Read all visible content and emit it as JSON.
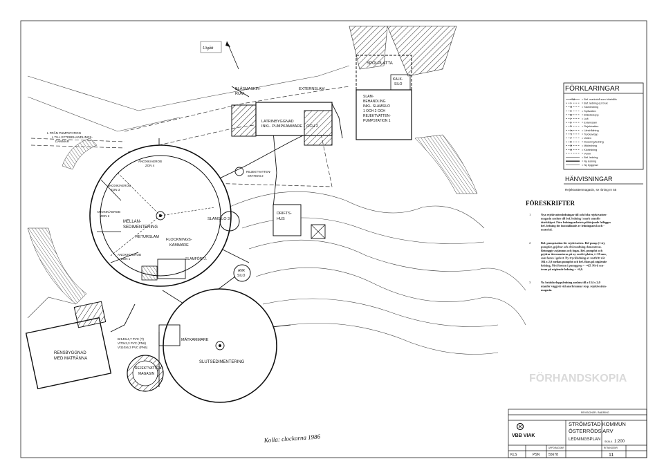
{
  "drawing": {
    "stamp": "Utgått",
    "handwritten_note": "Kolla: clockarna 1986",
    "copy_watermark": "FÖRHANDSKOPIA"
  },
  "labels": {
    "blasmaskin": "BLÅSMASKIN-",
    "blasmaskin2": "RUM",
    "externslam": "EXTERNSLAM",
    "spolplatta": "SPOLPLATTA",
    "kalksilo": "KALK-",
    "kalksilo2": "SILO",
    "slambeh1": "SLAM-",
    "slambeh2": "BEHANDLING",
    "slambeh3": "INKL. SLAMSILO",
    "slambeh4": "1 OCH 2 OCH",
    "slambeh5": "REJEKTVATTEN-",
    "slambeh6": "PUMPSTATION 1",
    "latrin1": "LATRINBYGGNAD",
    "latrin2": "INKL. PUMPKAMMARE 1 OCH 2",
    "pump_left1": "L FRÅN PUMPSTATION",
    "pump_left2": "L TILL EFTEBEHANDLINGS-",
    "pump_left3": "DAMMAR",
    "zon1": "ANOXIK/AEROB",
    "zon1b": "ZON 4",
    "zon2": "ANOXIK/AEROB",
    "zon2b": "ZON 3",
    "zon3": "ANOXIK/AEROB",
    "zon3b": "ZON 2",
    "zon4": "ANOXIK/AEROB",
    "zon4b": "ZON 1",
    "mellan1": "MELLAN-",
    "mellan2": "SEDIMENTERING",
    "returslam": "RETURSLAM",
    "flock1": "FLOCKNINGS-",
    "flock2": "KAMMARE",
    "slamsilo": "SLAMSILO 3",
    "slamfort": "SLAMFÖRTJ.",
    "drifts1": "DRIFTS-",
    "drifts2": "HUS",
    "rejpump1": "REJEKTVATTEN-",
    "rejpump2": "STATION 2",
    "avr1": "AVR",
    "avr2": "SILO",
    "matkammare": "MÄTKAMMARE",
    "slutsed": "SLUTSEDIMENTERING",
    "rensbyggnad1": "RENSBYGGNAD",
    "rensbyggnad2": "MED MATRÄNNA",
    "rejmag1": "REJEKTVATTEN-",
    "rejmag2": "MAGASIN",
    "pipe1": "Br140x4,7 PVC (T)",
    "pipe2": "Vl70x3,3 PVC (PN6)",
    "pipe3": "Vl110x5,3 PVC (PN6)"
  },
  "legend": {
    "title": "FÖRKLARINGAR",
    "items": [
      {
        "sym": "+7,8",
        "text": "= Bef. marknivå som bibehålls"
      },
      {
        "sym": "I",
        "text": "= Bef. ledning ej i bruk"
      },
      {
        "sym": "Sl",
        "text": "= Slamledning"
      },
      {
        "sym": "S",
        "text": "= Spillvatten"
      },
      {
        "sym": "Br",
        "text": "= Bräddavlopp"
      },
      {
        "sym": "L",
        "text": "= Luft"
      },
      {
        "sym": "E",
        "text": "= Externslam"
      },
      {
        "sym": "R",
        "text": "= Rejektvatten"
      },
      {
        "sym": "Ls",
        "text": "= Länshållning"
      },
      {
        "sym": "Tr",
        "text": "= Tryckavlopp"
      },
      {
        "sym": "V",
        "text": "= Vatten"
      },
      {
        "sym": "D",
        "text": "= Dosering/ledning"
      },
      {
        "sym": "M",
        "text": "= Mätledning"
      },
      {
        "sym": "Kl",
        "text": "= Klorledning"
      },
      {
        "sym": "",
        "text": "= Ventil"
      },
      {
        "sym": "",
        "text": "= Bef. ledning"
      },
      {
        "sym": "",
        "text": "= Ny ledning"
      },
      {
        "sym": "",
        "text": "= Ny byggnad"
      }
    ]
  },
  "references": {
    "title": "HÄNVISNINGAR",
    "text": "Rejektvattenmagasin, se ritning nr 55"
  },
  "notes": {
    "title": "FÖRESKRIFTER",
    "items": [
      {
        "num": "1",
        "lines": [
          "Nya rejektvattenledningar till och från rejektvatten-",
          "magasin ansluts till bef. ledning i mark utanför",
          "tätelskåpet. Före ledningsarbetets påbörjande frilägges",
          "bef. ledning för fastställande av ledningsnivå och -",
          "material."
        ]
      },
      {
        "num": "2",
        "lines": [
          "Bef. pumpstation för rejektvatten. Bef pump (1 st),",
          "pumpfot, gejdrar och elrörandning demonteras.",
          "Betongpir avjämnas och fogas. Bef. pumpfot och",
          "gejdrar återmonteras på ny rostfri platta, t=10 mm,",
          "som fastes i golvet. Ny tryckledning av rostfritt rör",
          "104 x 2,0 mellan pumpfot och bef. fläns på utgående",
          "ledning. Nivå botten i pumpgrop = +4,5. Nivå cen-",
          "trum på utgående ledning = +6,6."
        ]
      },
      {
        "num": "3",
        "lines": [
          "Ny bräddavloppsledning ansluts till ø 154 x 2,0",
          "utanför väggröt vid ansrbrunnar resp. rejektvatten-",
          "magasin."
        ]
      }
    ]
  },
  "title_block": {
    "rev_header": "REVISIONER / ÄNDRING",
    "company": "VBB VIAK",
    "project1": "STRÖMSTAD KOMMUN",
    "project2": "ÖSTERRÖDS ARV",
    "plan": "LEDNINGSPLAN",
    "scale_label": "SKALA",
    "scale": "1:200",
    "designer": "KLS",
    "checker": "PSN",
    "number_label": "UPPDRAGSNR",
    "number": "55678",
    "sheet_label": "RITNINGSNR",
    "sheet": "11"
  }
}
